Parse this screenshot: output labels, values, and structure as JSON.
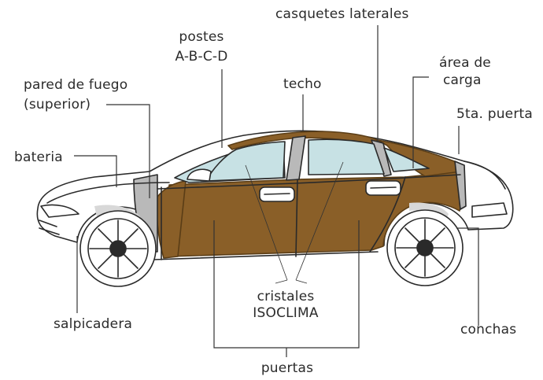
{
  "labels": {
    "casquetes": "casquetes laterales",
    "postes_1": "postes",
    "postes_2": "A-B-C-D",
    "area_1": "área de",
    "area_2": "carga",
    "pared_1": "pared de fuego",
    "pared_2": "(superior)",
    "techo": "techo",
    "puerta5": "5ta. puerta",
    "bateria": "bateria",
    "cristales_1": "cristales",
    "cristales_2": "ISOCLIMA",
    "salpicadera": "salpicadera",
    "conchas": "conchas",
    "puertas": "puertas"
  },
  "colors": {
    "armor": "#8a5f28",
    "armor_dark": "#6f4b1d",
    "glass": "#c7e1e4",
    "pillar": "#b9b9b9",
    "outline": "#2a2a2a",
    "leader": "#333333"
  }
}
